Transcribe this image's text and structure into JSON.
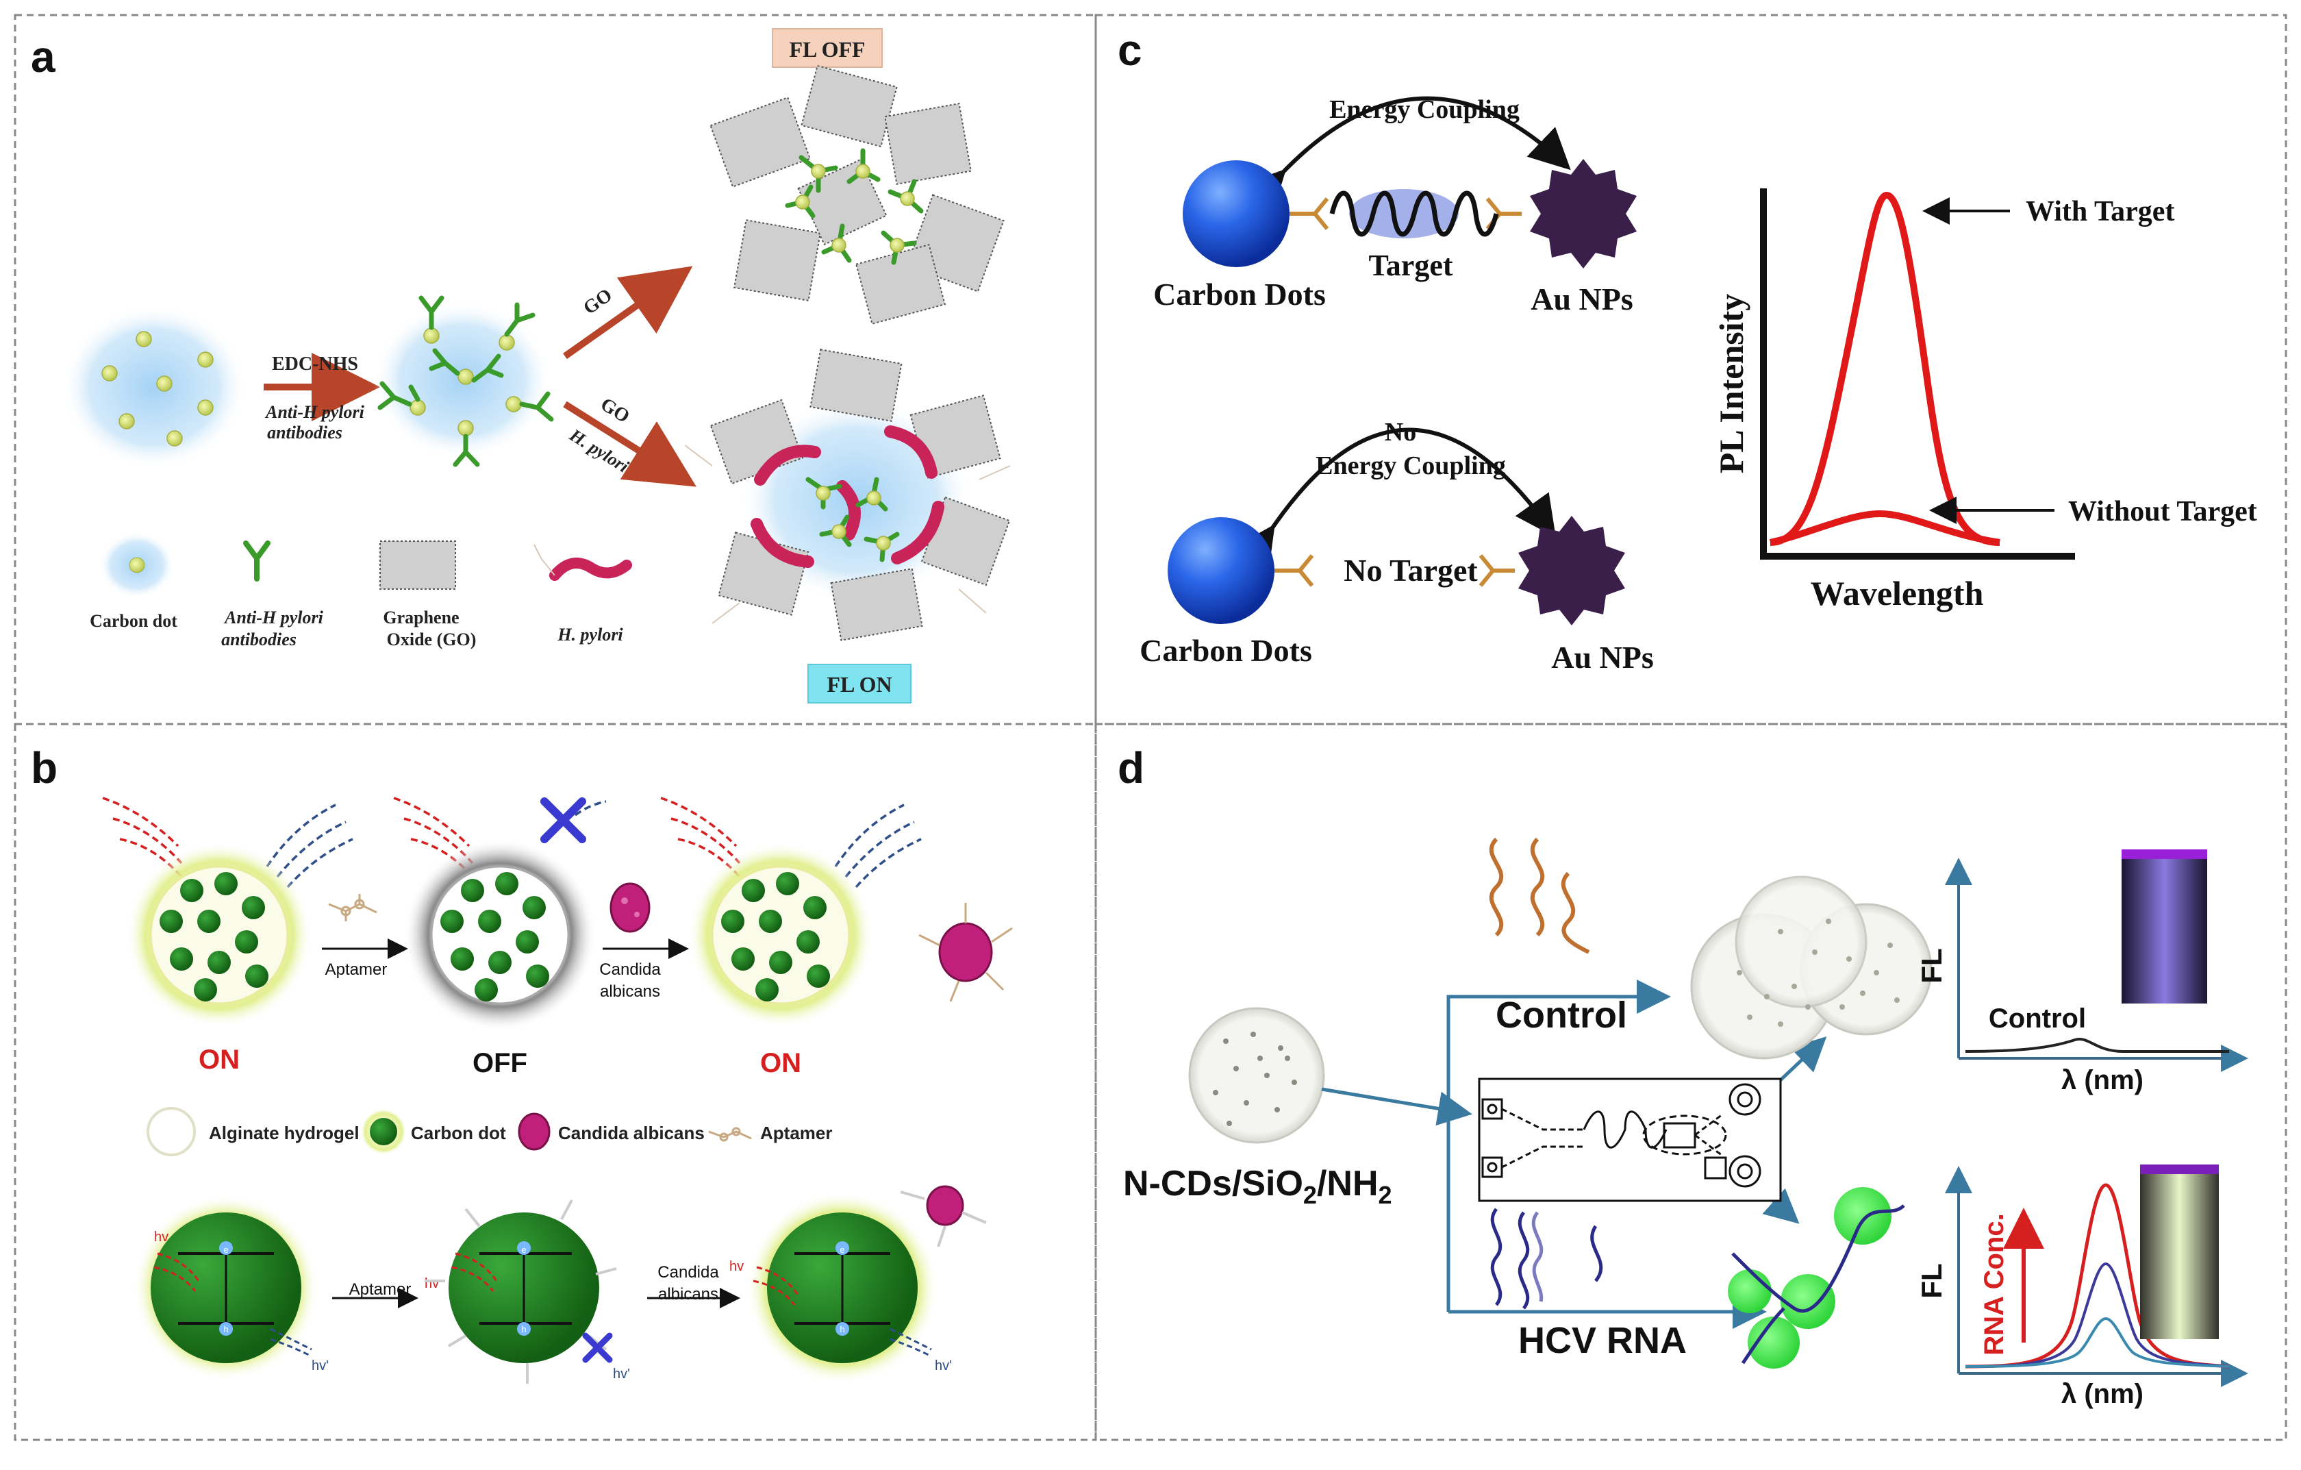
{
  "panels": {
    "a": {
      "label": "a",
      "fl_off": "FL OFF",
      "fl_on": "FL ON",
      "edc_nhs": "EDC-NHS",
      "antibody_line1": "Anti-H pylori",
      "antibody_line2": "antibodies",
      "arrow_go": "GO",
      "arrow_go2": "GO",
      "arrow_hpylori": "H. pylori",
      "legend": {
        "carbon_dot": "Carbon dot",
        "antibody_line1": "Anti-H pylori",
        "antibody_line2": "antibodies",
        "go_line1": "Graphene",
        "go_line2": "Oxide (GO)",
        "hpylori": "H. pylori"
      },
      "colors": {
        "carbon_glow": "#9fd0f5",
        "antibody": "#3a9a2a",
        "bacteria": "#c8245a",
        "fl_on_bg": "#7fe3f0",
        "fl_off_bg": "#f6d2bd"
      }
    },
    "b": {
      "label": "b",
      "aptamer": "Aptamer",
      "candida_line1": "Candida",
      "candida_line2": "albicans",
      "on1": "ON",
      "off": "OFF",
      "on2": "ON",
      "legend": {
        "alginate": "Alginate hydrogel",
        "carbon_dot": "Carbon dot",
        "candida": "Candida albicans",
        "aptamer": "Aptamer"
      },
      "bottom": {
        "aptamer": "Aptamer",
        "candida_line1": "Candida",
        "candida_line2": "albicans",
        "hv": "hv",
        "hv_prime": "hv'",
        "e": "e",
        "h": "h"
      },
      "colors": {
        "on_text": "#d62020",
        "dot": "#1f7a1f",
        "glow": "#dff07a"
      }
    },
    "c": {
      "label": "c",
      "energy_coupling": "Energy Coupling",
      "target": "Target",
      "carbon_dots": "Carbon Dots",
      "au_nps": "Au NPs",
      "no": "No",
      "energy_coupling2": "Energy Coupling",
      "no_target": "No Target",
      "carbon_dots2": "Carbon Dots",
      "au_nps2": "Au NPs",
      "y_axis": "PL Intensity",
      "x_axis": "Wavelength",
      "with_target": "With Target",
      "without_target": "Without Target",
      "colors": {
        "sphere": "#1f5fe0",
        "au": "#3a1f4a",
        "curve": "#e01818"
      }
    },
    "d": {
      "label": "d",
      "control": "Control",
      "hcv_rna": "HCV RNA",
      "ncd_main": "N-CDs/SiO",
      "ncd_sub1": "2",
      "ncd_mid": "/NH",
      "ncd_sub2": "2",
      "top_plot": {
        "y_axis": "FL",
        "x_axis": "λ (nm)",
        "curve_label": "Control"
      },
      "bottom_plot": {
        "y_axis": "FL",
        "x_axis": "λ (nm)",
        "arrow_label": "RNA Conc."
      },
      "colors": {
        "arrow": "#3a7aa0",
        "green": "#44e84a",
        "brown": "#c0702e",
        "navy": "#2a2a88"
      }
    }
  }
}
